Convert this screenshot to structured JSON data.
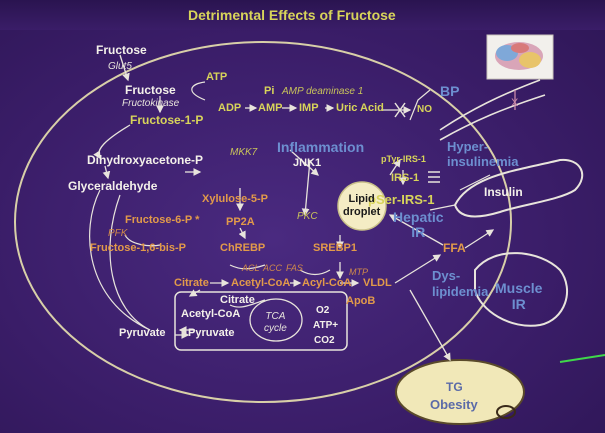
{
  "title": "Detrimental Effects of Fructose",
  "nodes": {
    "fructose_top": "Fructose",
    "glut5": "Glut5",
    "fructose_cell": "Fructose",
    "fructokinase": "Fructokinase",
    "fructose_1p": "Fructose-1-P",
    "atp": "ATP",
    "pi": "Pi",
    "amp_deaminase": "AMP deaminase 1",
    "adp": "ADP",
    "amp": "AMP",
    "imp": "IMP",
    "uric_acid": "Uric Acid",
    "no": "NO",
    "bp": "BP",
    "mkk7": "MKK7",
    "inflammation": "Inflammation",
    "jnk1": "JNK1",
    "ptyr_irs1": "pTyr-IRS-1",
    "irs1": "IRS-1",
    "pser_irs1": "pSer-IRS-1",
    "hepatic_ir": "Hepatic\nIR",
    "hyperinsulinemia": "Hyper-\ninsulinemia",
    "insulin": "Insulin",
    "dhap": "Dihydroxyacetone-P",
    "glyceraldehyde": "Glyceraldehyde",
    "xylulose5p": "Xylulose-5-P",
    "fructose6p": "Fructose-6-P *",
    "pfk": "PFK",
    "fructose16bp": "Fructose-1,6-bis-P",
    "pp2a": "PP2A",
    "pkc": "PKC",
    "lipid_droplet": "Lipid\ndroplet",
    "chrebp": "ChREBP",
    "srebp1": "SREBP1",
    "acl": "ACL",
    "acc": "ACC",
    "fas": "FAS",
    "citrate1": "Citrate",
    "acetyl_coa1": "Acetyl-CoA",
    "acyl_coa": "Acyl-CoA",
    "mtp": "MTP",
    "vldl": "VLDL",
    "apob": "ApoB",
    "ffa": "FFA",
    "dyslipidemia": "Dys-\nlipidemia",
    "muscle_ir": "Muscle\nIR",
    "citrate2": "Citrate",
    "acetyl_coa2": "Acetyl-CoA",
    "pyruvate_in": "Pyruvate",
    "pyruvate_out": "Pyruvate",
    "tca": "TCA\ncycle",
    "o2": "O2",
    "atp2": "ATP+",
    "co2": "CO2",
    "tg": "TG",
    "obesity": "Obesity",
    "x_mark": "X"
  }
}
